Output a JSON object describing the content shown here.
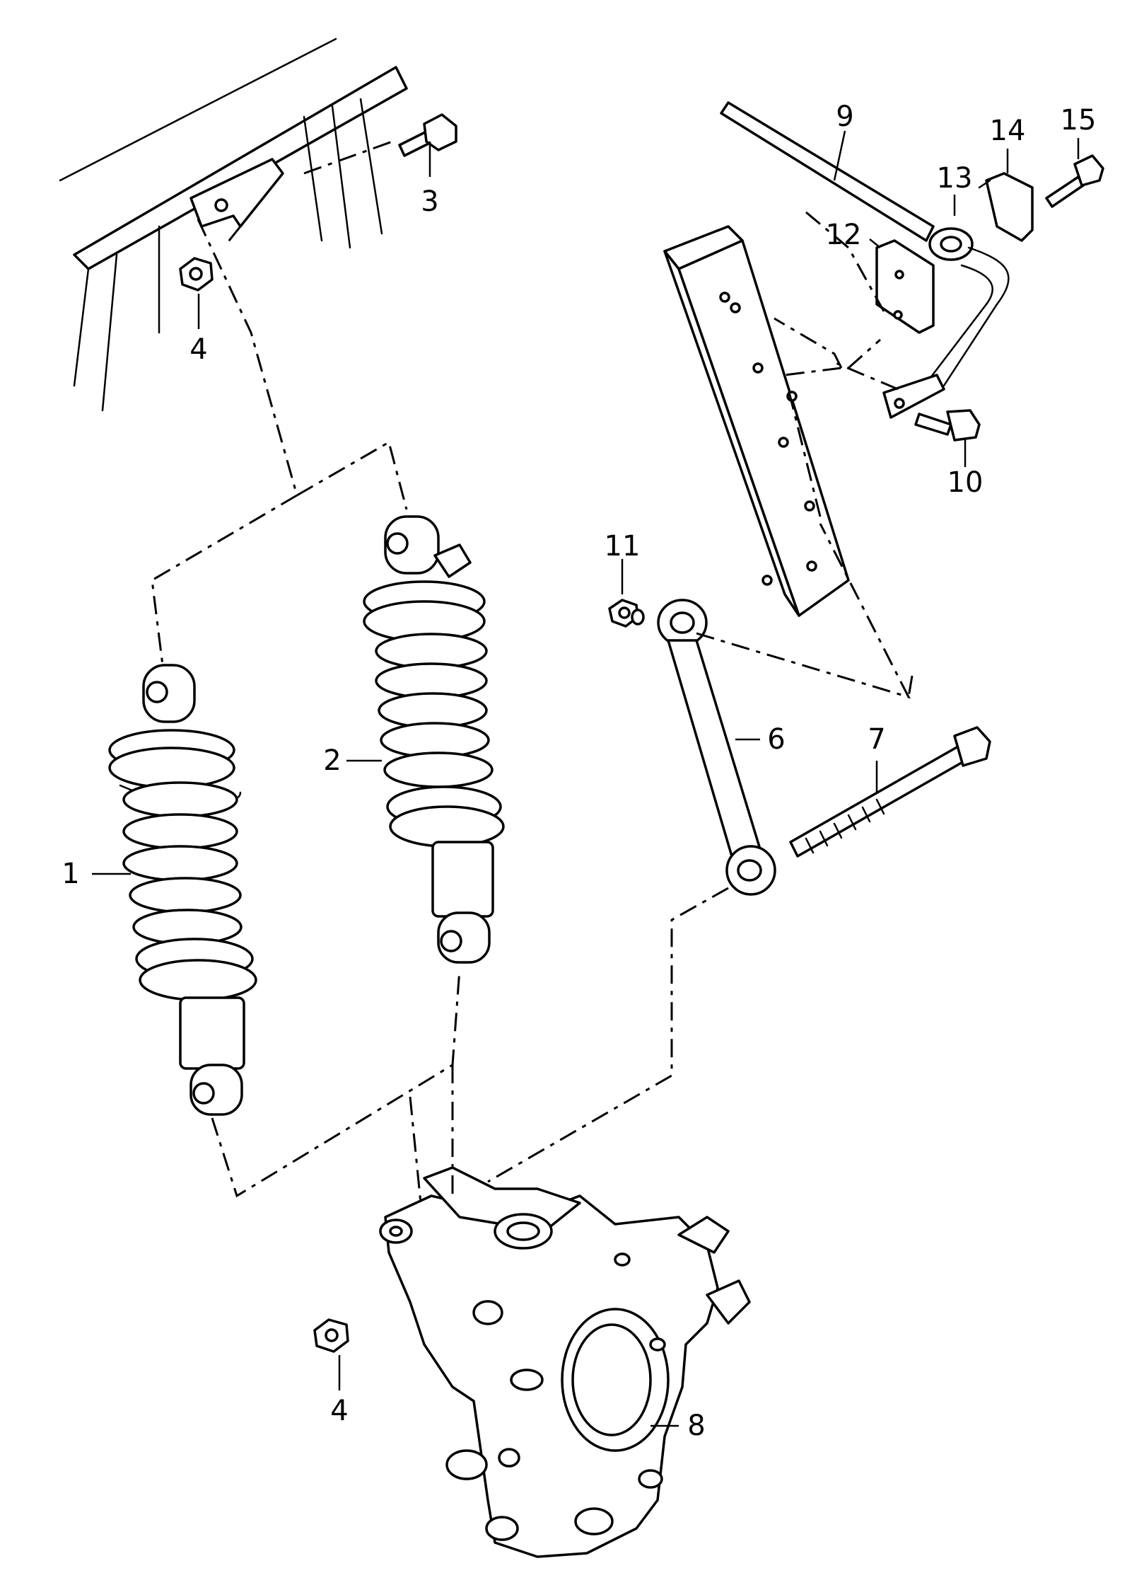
{
  "callouts": [
    {
      "id": "1",
      "label": "1"
    },
    {
      "id": "2",
      "label": "2"
    },
    {
      "id": "3",
      "label": "3"
    },
    {
      "id": "4a",
      "label": "4"
    },
    {
      "id": "4b",
      "label": "4"
    },
    {
      "id": "6",
      "label": "6"
    },
    {
      "id": "7",
      "label": "7"
    },
    {
      "id": "8",
      "label": "8"
    },
    {
      "id": "9",
      "label": "9"
    },
    {
      "id": "10",
      "label": "10"
    },
    {
      "id": "11",
      "label": "11"
    },
    {
      "id": "12",
      "label": "12"
    },
    {
      "id": "13",
      "label": "13"
    },
    {
      "id": "14",
      "label": "14"
    },
    {
      "id": "15",
      "label": "15"
    }
  ]
}
